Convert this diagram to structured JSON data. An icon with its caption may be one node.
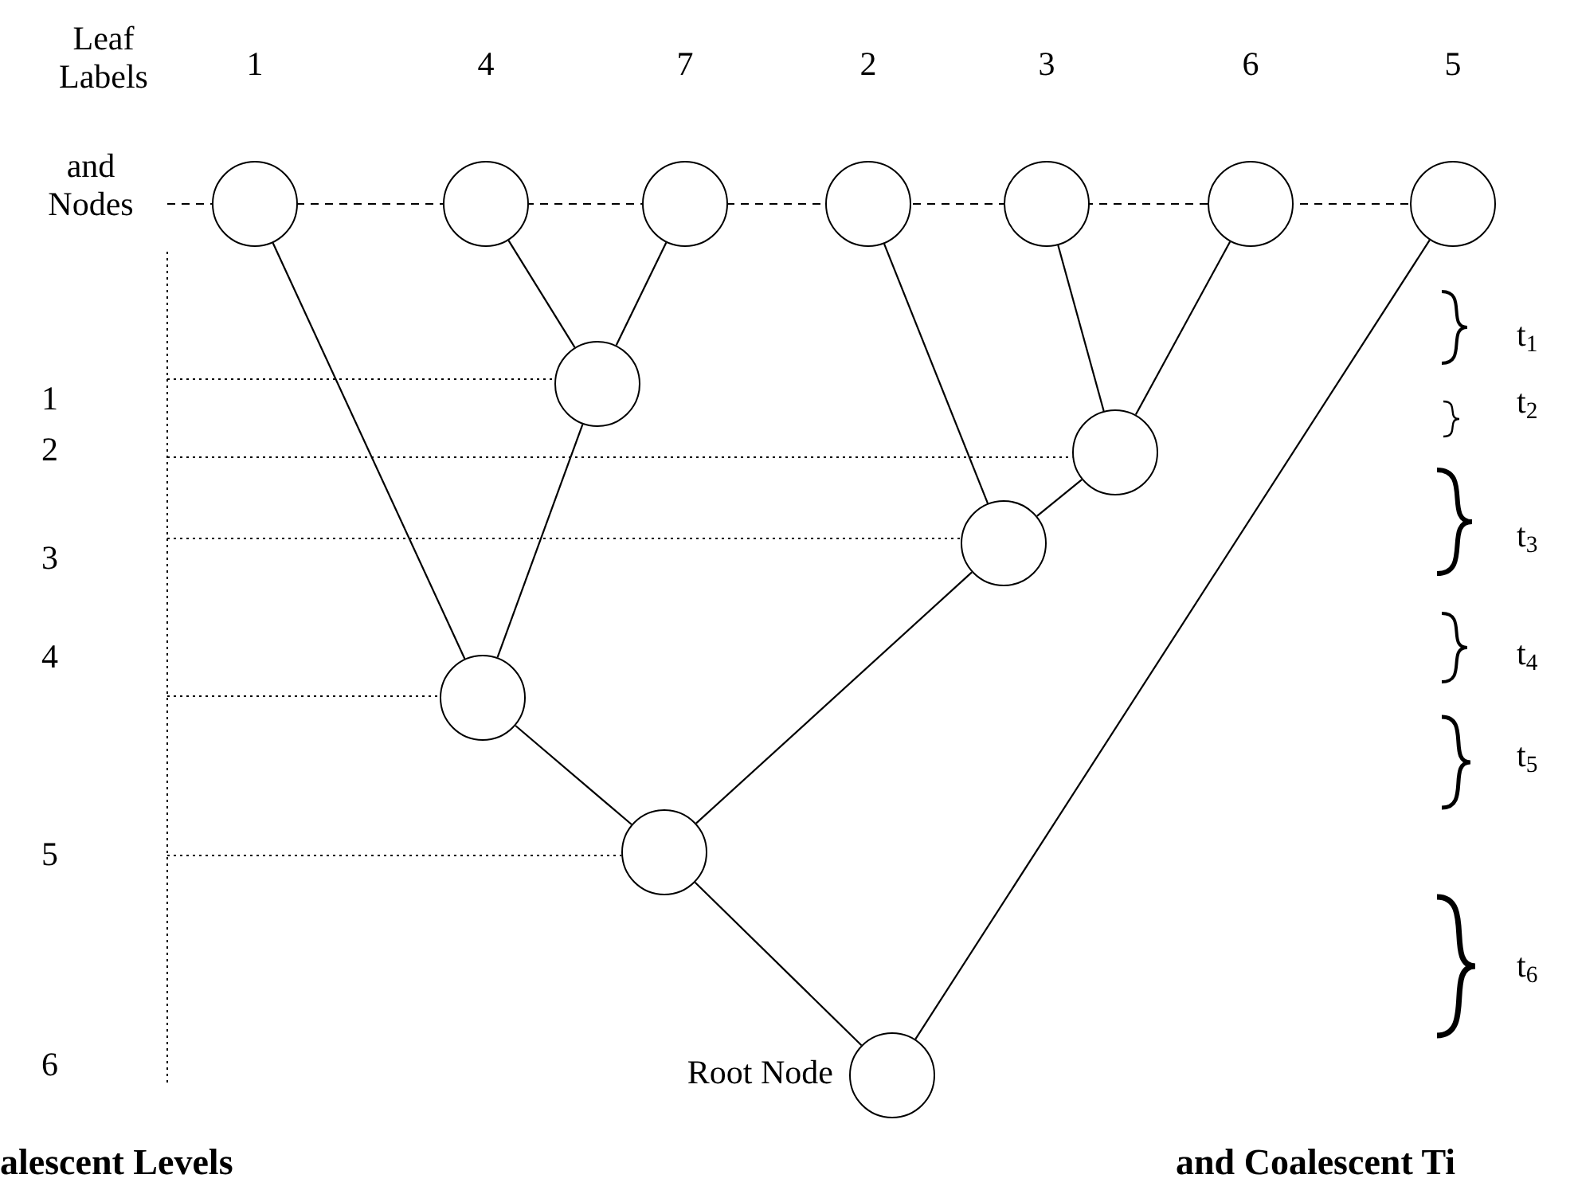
{
  "diagram": {
    "nodes": [
      {
        "text": [],
        "shape": "circle",
        "beside": [
          "1"
        ]
      },
      {
        "text": [],
        "shape": "circle",
        "beside": [
          "4"
        ]
      },
      {
        "text": [],
        "shape": "circle",
        "beside": [
          "7"
        ]
      },
      {
        "text": [],
        "shape": "circle",
        "beside": [
          "2"
        ]
      },
      {
        "text": [],
        "shape": "circle",
        "beside": [
          "3"
        ]
      },
      {
        "text": [],
        "shape": "circle",
        "beside": [
          "6"
        ]
      },
      {
        "text": [],
        "shape": "circle",
        "beside": [
          "5"
        ]
      },
      {
        "text": [],
        "shape": "circle"
      },
      {
        "text": [],
        "shape": "circle"
      },
      {
        "text": [],
        "shape": "circle"
      },
      {
        "text": [],
        "shape": "circle"
      },
      {
        "text": [],
        "shape": "circle"
      },
      {
        "text": [],
        "shape": "circle",
        "beside": [
          "Root Node"
        ]
      }
    ],
    "edges": [
      {
        "from": 1,
        "to": 7,
        "arrow": "none"
      },
      {
        "from": 2,
        "to": 7,
        "arrow": "none"
      },
      {
        "from": 4,
        "to": 8,
        "arrow": "none"
      },
      {
        "from": 5,
        "to": 8,
        "arrow": "none"
      },
      {
        "from": 3,
        "to": 9,
        "arrow": "none"
      },
      {
        "from": 8,
        "to": 9,
        "arrow": "none"
      },
      {
        "from": 0,
        "to": 10,
        "arrow": "none"
      },
      {
        "from": 7,
        "to": 10,
        "arrow": "none"
      },
      {
        "from": 10,
        "to": 11,
        "arrow": "none"
      },
      {
        "from": 9,
        "to": 11,
        "arrow": "none"
      },
      {
        "from": 11,
        "to": 12,
        "arrow": "none"
      },
      {
        "from": 6,
        "to": 12,
        "arrow": "none"
      }
    ],
    "labels": [
      "Leaf Labels",
      "and Nodes",
      "1",
      "t$_{1}$",
      "t$_{2}$",
      "2",
      "t$_{3}$",
      "3",
      "4",
      "t$_{4}$",
      "t$_{5}$",
      "5",
      "t$_{6}$",
      "6",
      "alescent Levels",
      "and Coalescent Ti"
    ]
  }
}
